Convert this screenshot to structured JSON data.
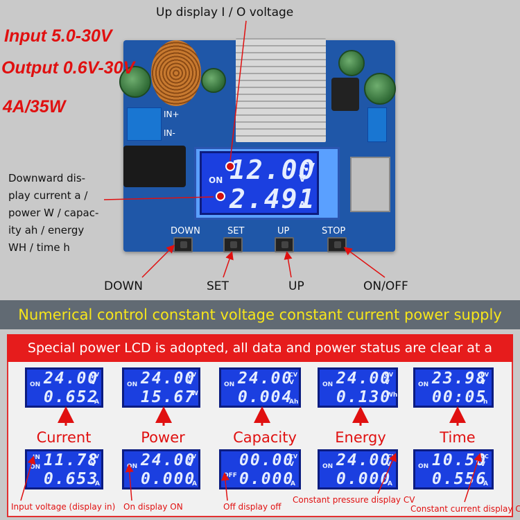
{
  "specs": {
    "input": "Input 5.0-30V",
    "output": "Output 0.6V-30V",
    "current": "4A/35W"
  },
  "top_annotation": "Up display I / O voltage",
  "left_annotation": [
    "Downward dis-",
    "play current a /",
    "power W / capac-",
    "ity ah / energy",
    "WH / time h"
  ],
  "pcb_labels": {
    "in_plus": "IN+",
    "in_minus": "IN-"
  },
  "buttons": [
    {
      "pcb_label": "DOWN",
      "caption": "DOWN"
    },
    {
      "pcb_label": "SET",
      "caption": "SET"
    },
    {
      "pcb_label": "UP",
      "caption": "UP"
    },
    {
      "pcb_label": "STOP",
      "caption": "ON/OFF"
    }
  ],
  "main_lcd": {
    "on": "ON",
    "top": "12.00",
    "top_unit": "V",
    "cv": "CV",
    "bottom": "2.491",
    "bottom_unit": "A"
  },
  "title_bar": "Numerical control constant voltage constant current power supply",
  "subtitle_bar": "Special power LCD is adopted, all data and power status are clear at a glance",
  "top_row": [
    {
      "label": "Current",
      "status": "ON",
      "top": "24.00",
      "top_unit": "V",
      "cv": "CV",
      "bottom": "0.652",
      "bottom_unit": "A"
    },
    {
      "label": "Power",
      "status": "ON",
      "top": "24.00",
      "top_unit": "V",
      "cv": "CV",
      "bottom": "15.67",
      "bottom_unit": "W"
    },
    {
      "label": "Capacity",
      "status": "ON",
      "top": "24.00",
      "top_unit": "V",
      "cv": "CV",
      "bottom": "0.004",
      "bottom_unit": "Ah"
    },
    {
      "label": "Energy",
      "status": "ON",
      "top": "24.00",
      "top_unit": "V",
      "cv": "CV",
      "bottom": "0.130",
      "bottom_unit": "Wh"
    },
    {
      "label": "Time",
      "status": "ON",
      "top": "23.98",
      "top_unit": "V",
      "cv": "CV",
      "bottom": "00:05",
      "bottom_unit": "h"
    }
  ],
  "bottom_row": [
    {
      "caption": "Input voltage (display in)",
      "in_tag": "IN",
      "status": "ON",
      "top": "11.78",
      "top_unit": "V",
      "cv": "CV",
      "bottom": "0.653",
      "bottom_unit": "A"
    },
    {
      "caption": "On display ON",
      "in_tag": "",
      "status": "ON",
      "top": "24.00",
      "top_unit": "V",
      "cv": "CV",
      "bottom": "0.000",
      "bottom_unit": "A"
    },
    {
      "caption": "Off display off",
      "in_tag": "",
      "status": "OFF",
      "top": "00.00",
      "top_unit": "V",
      "cv": "CV",
      "bottom": "0.000",
      "bottom_unit": "A"
    },
    {
      "caption": "Constant pressure display CV",
      "in_tag": "",
      "status": "ON",
      "top": "24.00",
      "top_unit": "V",
      "cv": "CV",
      "bottom": "0.000",
      "bottom_unit": "A"
    },
    {
      "caption": "Constant current display CC",
      "in_tag": "",
      "status": "ON",
      "top": "10.50",
      "top_unit": "V",
      "cv": "CC",
      "bottom": "0.556",
      "bottom_unit": "A"
    }
  ],
  "colors": {
    "accent_red": "#e01010",
    "title_yellow": "#f7e61a",
    "lcd_blue": "#1b3fe0",
    "pcb_blue": "#1f57a8"
  }
}
